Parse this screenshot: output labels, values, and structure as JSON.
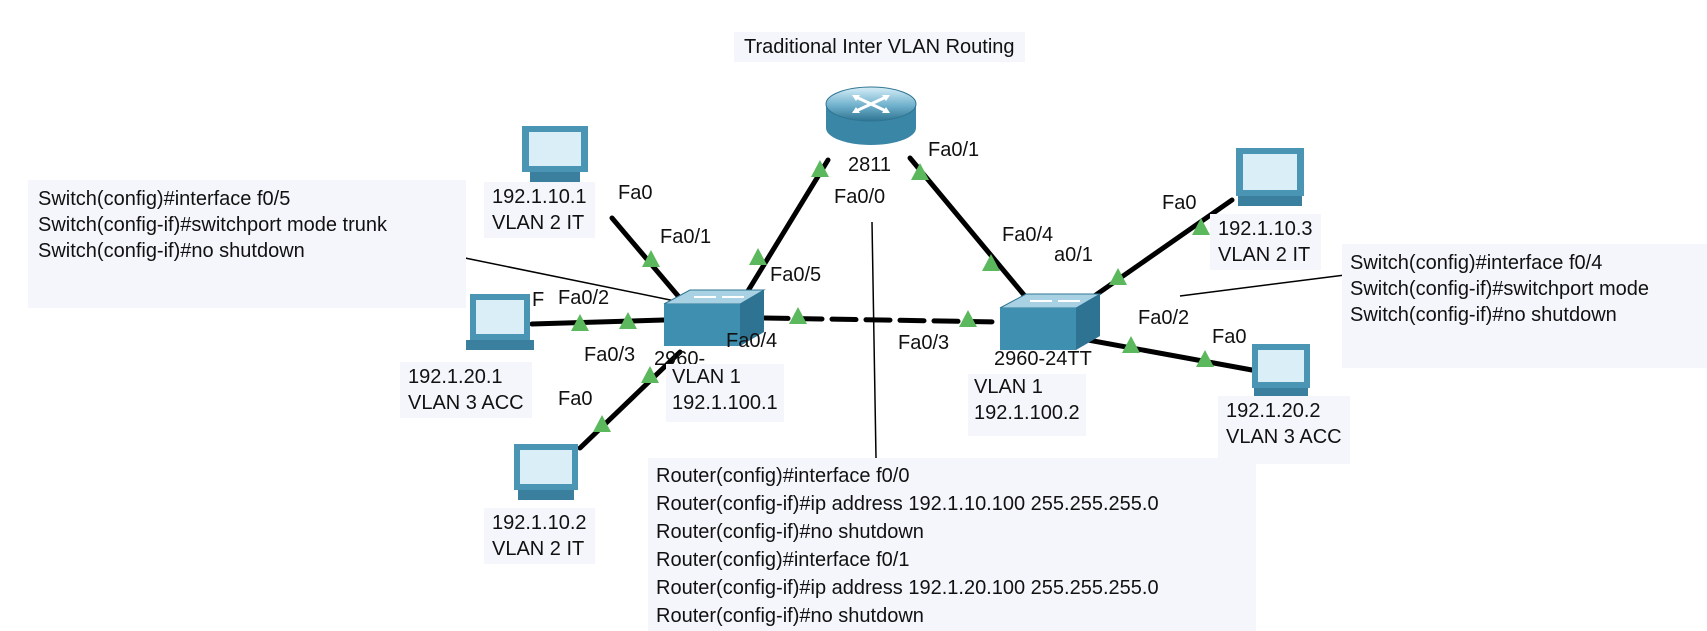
{
  "title": "Traditional Inter VLAN Routing",
  "router": {
    "model": "2811",
    "ports": {
      "fa0_0": "Fa0/0",
      "fa0_1": "Fa0/1"
    },
    "config": [
      "Router(config)#interface f0/0",
      "Router(config-if)#ip address 192.1.10.100 255.255.255.0",
      "Router(config-if)#no shutdown",
      "Router(config)#interface f0/1",
      "Router(config-if)#ip address 192.1.20.100 255.255.255.0",
      "Router(config-if)#no shutdown"
    ]
  },
  "switch_left": {
    "model": "2960-",
    "vlan": "VLAN 1",
    "ip": "192.1.100.1",
    "ports": {
      "fa0_1": "Fa0/1",
      "fa0_2": "Fa0/2",
      "fa0_3": "Fa0/3",
      "fa0_4": "Fa0/4",
      "fa0_5": "Fa0/5"
    },
    "config": [
      "Switch(config)#interface f0/5",
      "Switch(config-if)#switchport mode trunk",
      "Switch(config-if)#no shutdown"
    ]
  },
  "switch_right": {
    "model": "2960-24TT",
    "vlan": "VLAN 1",
    "ip": "192.1.100.2",
    "ports": {
      "fa0_1": "a0/1",
      "fa0_2": "Fa0/2",
      "fa0_3": "Fa0/3",
      "fa0_4": "Fa0/4"
    },
    "config": [
      "Switch(config)#interface f0/4",
      "Switch(config-if)#switchport mode",
      "Switch(config-if)#no shutdown"
    ]
  },
  "pcs": [
    {
      "ip": "192.1.10.1",
      "vlan": "VLAN 2 IT",
      "port": "Fa0"
    },
    {
      "ip": "192.1.20.1",
      "vlan": "VLAN 3 ACC",
      "port": "F"
    },
    {
      "ip": "192.1.10.2",
      "vlan": "VLAN 2 IT",
      "port": "Fa0"
    },
    {
      "ip": "192.1.10.3",
      "vlan": "VLAN 2 IT",
      "port": "Fa0"
    },
    {
      "ip": "192.1.20.2",
      "vlan": "VLAN 3 ACC",
      "port": "Fa0"
    }
  ],
  "colors": {
    "link": "#000000",
    "link_up": "#5cb85c",
    "device": "#4a94b4",
    "note_bg": "#f4f6fb"
  }
}
